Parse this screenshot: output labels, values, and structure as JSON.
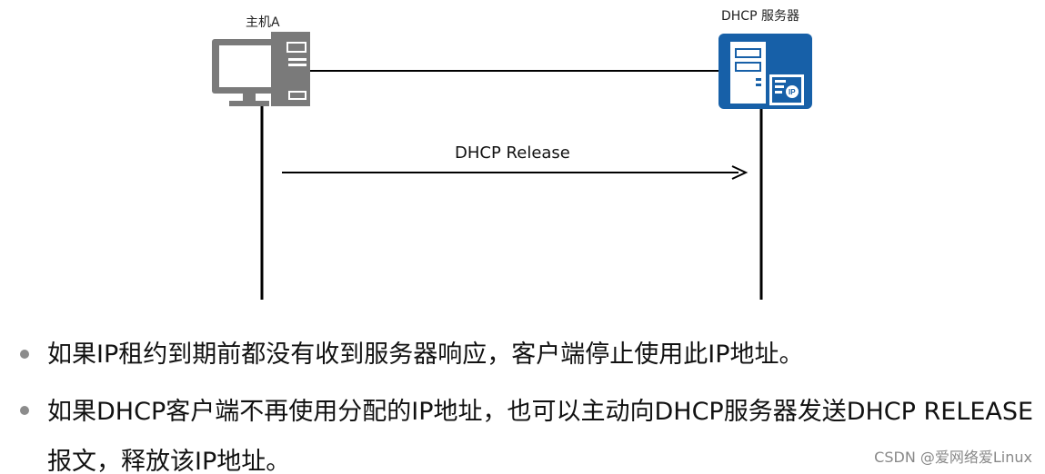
{
  "diagram": {
    "host_label": "主机A",
    "server_label": "DHCP 服务器",
    "message_label": "DHCP Release"
  },
  "icons": {
    "host": "desktop-computer-icon",
    "server": "dhcp-server-icon"
  },
  "colors": {
    "host_icon": "#7a7a7a",
    "server_icon": "#1760a8",
    "lines": "#000000"
  },
  "bullets": [
    "如果IP租约到期前都没有收到服务器响应，客户端停止使用此IP地址。",
    "如果DHCP客户端不再使用分配的IP地址，也可以主动向DHCP服务器发送DHCP RELEASE报文，释放该IP地址。"
  ],
  "watermark": "CSDN @爱网络爱Linux"
}
